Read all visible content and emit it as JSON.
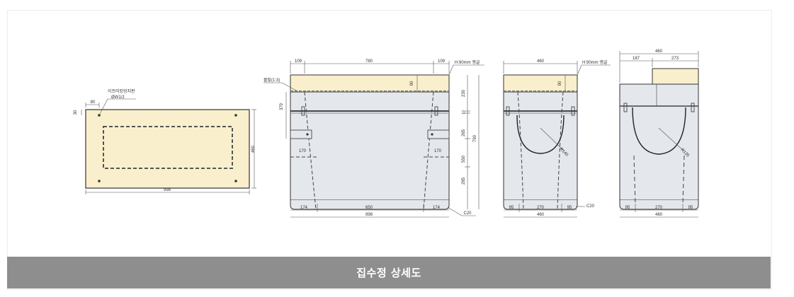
{
  "caption": "집수정 상세도",
  "colors": {
    "cover": "#f9efcc",
    "body": "#e4e7ec",
    "line": "#333333",
    "caption_bg": "#8e8e8e"
  },
  "plan": {
    "label_note": "이프러킹방지판",
    "label_size": "ØW1/2",
    "dim_width": "998",
    "dim_height": "460",
    "dim_offset_x": "80",
    "dim_offset_y": "30"
  },
  "front": {
    "dim_left": "109",
    "dim_mid": "780",
    "dim_right": "109",
    "label_angle": "H:90mm 앵글",
    "label_mortar": "몰탈(1:3)",
    "dim_379": "379",
    "dim_90": "90",
    "dim_230": "230",
    "dim_10": "10",
    "dim_790": "790",
    "dim_265": "265",
    "dim_550": "550",
    "dim_285": "285",
    "dim_170_l": "170",
    "dim_170_r": "170",
    "dim_bottom_l": "174",
    "dim_bottom_mid": "650",
    "dim_bottom_r": "174",
    "dim_total": "998",
    "label_c20": "C20"
  },
  "side": {
    "dim_top": "460",
    "label_angle": "H:90mm 앵글",
    "dim_90": "90",
    "label_radius": "R140",
    "dim_bottom_l": "95",
    "dim_bottom_mid": "270",
    "dim_bottom_r": "95",
    "dim_total": "460",
    "label_c20": "C20"
  },
  "section": {
    "dim_top": "460",
    "dim_top_l": "187",
    "dim_top_r": "273",
    "label_radius": "R135",
    "dim_bottom_l": "95",
    "dim_bottom_mid": "270",
    "dim_bottom_r": "95",
    "dim_total": "460"
  }
}
